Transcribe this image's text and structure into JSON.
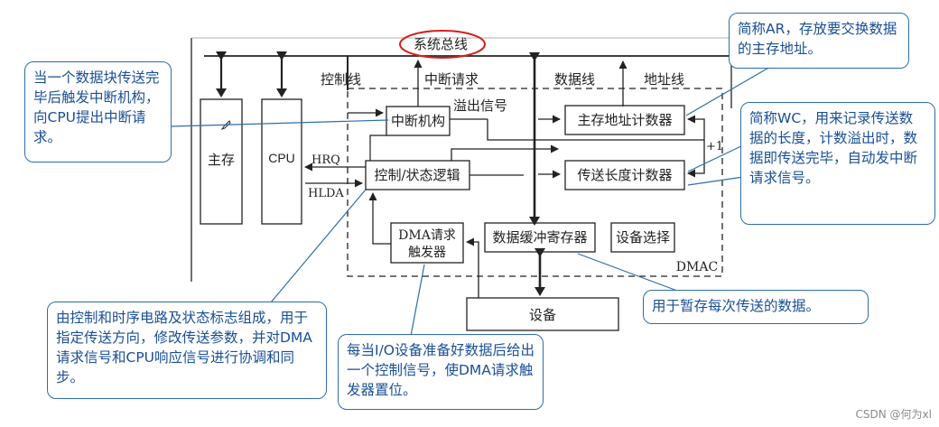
{
  "diagram": {
    "system_bus": "系统总线",
    "control_line": "控制线",
    "interrupt_request": "中断请求",
    "data_line": "数据线",
    "address_line": "地址线",
    "overflow_signal": "溢出信号",
    "main_memory": "主存",
    "cpu": "CPU",
    "interrupt_unit": "中断机构",
    "control_logic": "控制/状态逻辑",
    "hrq": "HRQ",
    "hlda": "HLDA",
    "address_counter": "主存地址计数器",
    "length_counter": "传送长度计数器",
    "plus_one": "+1",
    "dma_trigger_line1": "DMA请求",
    "dma_trigger_line2": "触发器",
    "data_buffer": "数据缓冲寄存器",
    "device_select": "设备选择",
    "dmac": "DMAC",
    "device": "设备"
  },
  "callouts": {
    "interrupt_note": "当一个数据块传送完毕后触发中断机构，向CPU提出中断请求。",
    "ar_note": "简称AR，存放要交换数据的主存地址。",
    "wc_note": "简称WC，用来记录传送数据的长度，计数溢出时，数据即传送完毕，自动发中断请求信号。",
    "buffer_note": "用于暂存每次传送的数据。",
    "control_note": "由控制和时序电路及状态标志组成，用于指定传送方向，修改传送参数，并对DMA请求信号和CPU响应信号进行协调和同步。",
    "trigger_note": "每当I/O设备准备好数据后给出一个控制信号，使DMA请求触发器置位。"
  },
  "watermark": "CSDN @何为xl",
  "colors": {
    "callout_border": "#2e6ea8",
    "callout_text": "#1a4f96",
    "highlight_red": "#d42020",
    "diagram_line": "#222222"
  }
}
